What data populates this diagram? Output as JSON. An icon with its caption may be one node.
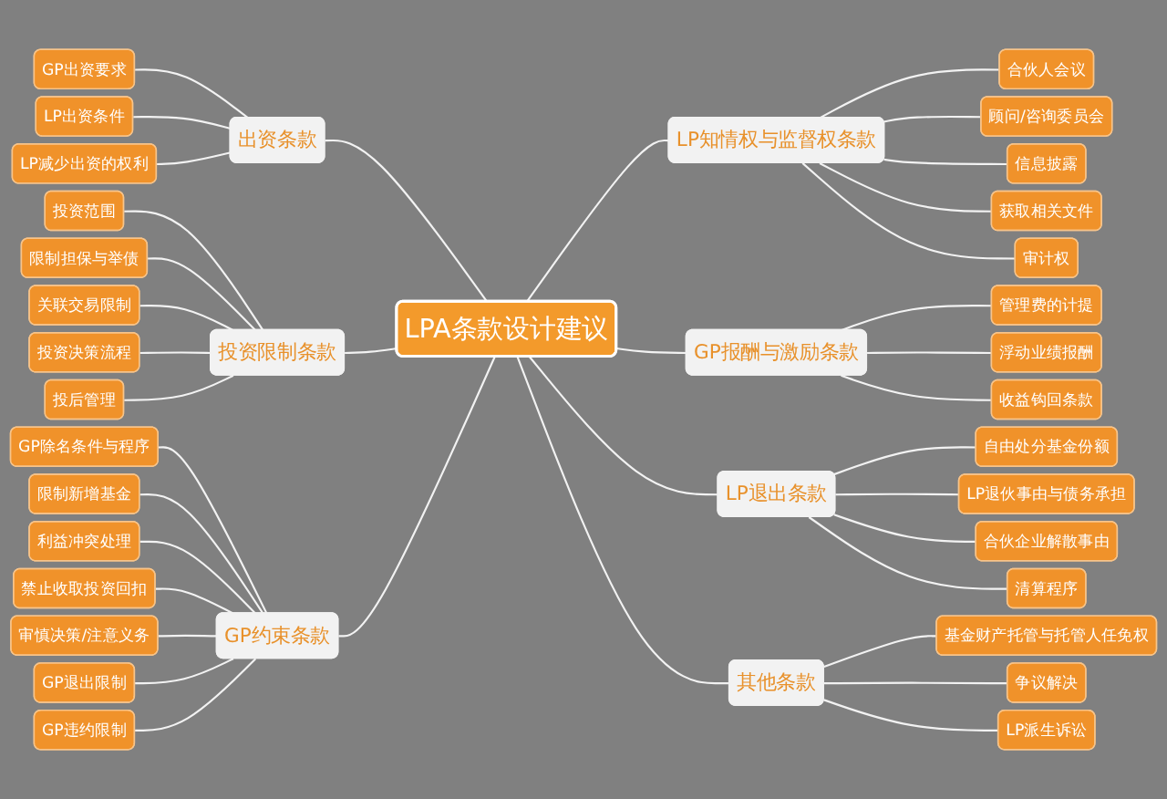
{
  "diagram": {
    "nodes": [
      {
        "text": [
          "LPA条款设计建议"
        ]
      },
      {
        "text": [
          "出资条款"
        ]
      },
      {
        "text": [
          "GP出资要求"
        ]
      },
      {
        "text": [
          "LP出资条件"
        ]
      },
      {
        "text": [
          "LP减少出资的权利"
        ]
      },
      {
        "text": [
          "投资限制条款"
        ]
      },
      {
        "text": [
          "投资范围"
        ]
      },
      {
        "text": [
          "限制担保与举债"
        ]
      },
      {
        "text": [
          "关联交易限制"
        ]
      },
      {
        "text": [
          "投资决策流程"
        ]
      },
      {
        "text": [
          "投后管理"
        ]
      },
      {
        "text": [
          "GP约束条款"
        ]
      },
      {
        "text": [
          "GP除名条件与程序"
        ]
      },
      {
        "text": [
          "限制新增基金"
        ]
      },
      {
        "text": [
          "利益冲突处理"
        ]
      },
      {
        "text": [
          "禁止收取投资回扣"
        ]
      },
      {
        "text": [
          "审慎决策/注意义务"
        ]
      },
      {
        "text": [
          "GP退出限制"
        ]
      },
      {
        "text": [
          "GP违约限制"
        ]
      },
      {
        "text": [
          "LP知情权与监督权条款"
        ]
      },
      {
        "text": [
          "合伙人会议"
        ]
      },
      {
        "text": [
          "顾问/咨询委员会"
        ]
      },
      {
        "text": [
          "信息披露"
        ]
      },
      {
        "text": [
          "获取相关文件"
        ]
      },
      {
        "text": [
          "审计权"
        ]
      },
      {
        "text": [
          "GP报酬与激励条款"
        ]
      },
      {
        "text": [
          "管理费的计提"
        ]
      },
      {
        "text": [
          "浮动业绩报酬"
        ]
      },
      {
        "text": [
          "收益钩回条款"
        ]
      },
      {
        "text": [
          "LP退出条款"
        ]
      },
      {
        "text": [
          "自由处分基金份额"
        ]
      },
      {
        "text": [
          "LP退伙事由与债务承担"
        ]
      },
      {
        "text": [
          "合伙企业解散事由"
        ]
      },
      {
        "text": [
          "清算程序"
        ]
      },
      {
        "text": [
          "其他条款"
        ]
      },
      {
        "text": [
          "基金财产托管与托管人任免权"
        ]
      },
      {
        "text": [
          "争议解决"
        ]
      },
      {
        "text": [
          "LP派生诉讼"
        ]
      }
    ],
    "edges": [
      {
        "from": 2,
        "to": 1,
        "arrow": "none"
      },
      {
        "from": 3,
        "to": 1,
        "arrow": "none"
      },
      {
        "from": 4,
        "to": 1,
        "arrow": "none"
      },
      {
        "from": 1,
        "to": 0,
        "arrow": "none"
      },
      {
        "from": 6,
        "to": 5,
        "arrow": "none"
      },
      {
        "from": 7,
        "to": 5,
        "arrow": "none"
      },
      {
        "from": 8,
        "to": 5,
        "arrow": "none"
      },
      {
        "from": 9,
        "to": 5,
        "arrow": "none"
      },
      {
        "from": 10,
        "to": 5,
        "arrow": "none"
      },
      {
        "from": 5,
        "to": 0,
        "arrow": "none"
      },
      {
        "from": 12,
        "to": 11,
        "arrow": "none"
      },
      {
        "from": 13,
        "to": 11,
        "arrow": "none"
      },
      {
        "from": 14,
        "to": 11,
        "arrow": "none"
      },
      {
        "from": 15,
        "to": 11,
        "arrow": "none"
      },
      {
        "from": 16,
        "to": 11,
        "arrow": "none"
      },
      {
        "from": 17,
        "to": 11,
        "arrow": "none"
      },
      {
        "from": 18,
        "to": 11,
        "arrow": "none"
      },
      {
        "from": 11,
        "to": 0,
        "arrow": "none"
      },
      {
        "from": 0,
        "to": 19,
        "arrow": "none"
      },
      {
        "from": 19,
        "to": 20,
        "arrow": "none"
      },
      {
        "from": 19,
        "to": 21,
        "arrow": "none"
      },
      {
        "from": 19,
        "to": 22,
        "arrow": "none"
      },
      {
        "from": 19,
        "to": 23,
        "arrow": "none"
      },
      {
        "from": 19,
        "to": 24,
        "arrow": "none"
      },
      {
        "from": 0,
        "to": 25,
        "arrow": "none"
      },
      {
        "from": 25,
        "to": 26,
        "arrow": "none"
      },
      {
        "from": 25,
        "to": 27,
        "arrow": "none"
      },
      {
        "from": 25,
        "to": 28,
        "arrow": "none"
      },
      {
        "from": 0,
        "to": 29,
        "arrow": "none"
      },
      {
        "from": 29,
        "to": 30,
        "arrow": "none"
      },
      {
        "from": 29,
        "to": 31,
        "arrow": "none"
      },
      {
        "from": 29,
        "to": 32,
        "arrow": "none"
      },
      {
        "from": 29,
        "to": 33,
        "arrow": "none"
      },
      {
        "from": 0,
        "to": 34,
        "arrow": "none"
      },
      {
        "from": 34,
        "to": 35,
        "arrow": "none"
      },
      {
        "from": 34,
        "to": 36,
        "arrow": "none"
      },
      {
        "from": 34,
        "to": 37,
        "arrow": "none"
      }
    ]
  }
}
